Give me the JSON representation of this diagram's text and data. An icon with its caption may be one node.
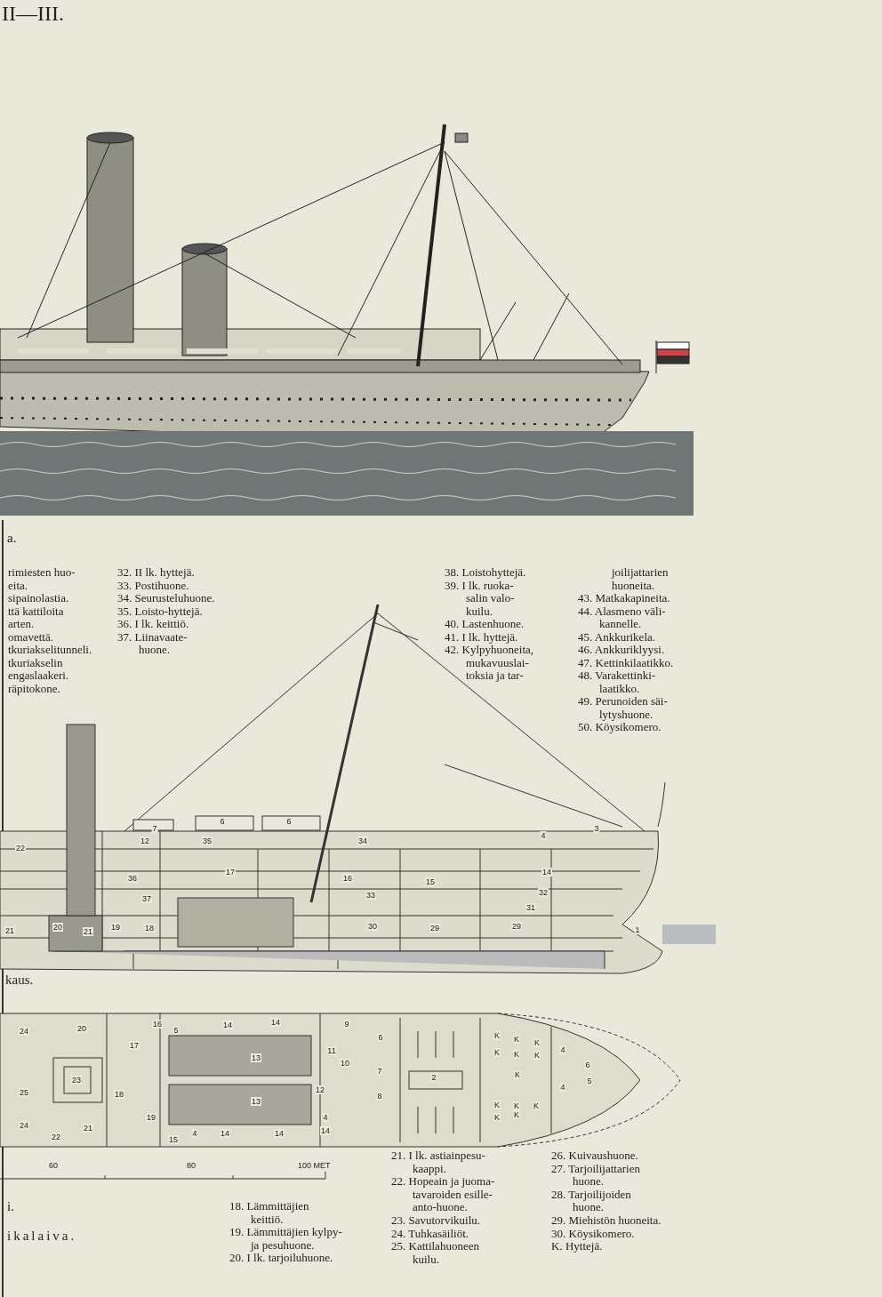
{
  "diagram": {
    "labels": [
      "II—III.",
      "a.",
      "rimiesten huo-",
      "eita.",
      "sipainolastia.",
      "ttä kattiloita",
      "arten.",
      "omavettä.",
      "tkuriakselitunneli.",
      "tkuriakselin",
      "engaslaakeri.",
      "räpitokone.",
      "32. II lk. hyttejä.",
      "33. Postihuone.",
      "34. Seurusteluhuone.",
      "35. Loisto-hyttejä.",
      "36. I lk. keittiö.",
      "37. Liinavaate- huone.",
      "38. Loistohyttejä.",
      "39. I lk. ruoka- salin valo- kuilu.",
      "40. Lastenhuone.",
      "41. I lk. hyttejä.",
      "42. Kylpyhuoneita, mukavuuslai- toksia ja tar-",
      "joilijattarien huoneita.",
      "43. Matkakapineita.",
      "44. Alasmeno väli- kannelle.",
      "45. Ankkurikela.",
      "46. Ankkuriklyysi.",
      "47. Kettinkilaatikko.",
      "48. Varakettinki- laatikko.",
      "49. Perunoiden säi- lytyshuone.",
      "50. Köysikomero.",
      "7",
      "6",
      "6",
      "3",
      "22",
      "12",
      "35",
      "34",
      "4",
      "36",
      "17",
      "16",
      "14",
      "15",
      "32",
      "37",
      "33",
      "31",
      "20",
      "21",
      "21",
      "19",
      "18",
      "30",
      "29",
      "29",
      "1",
      "kaus.",
      "24",
      "20",
      "16",
      "5",
      "14",
      "14",
      "9",
      "6",
      "17",
      "11",
      "4",
      "13",
      "10",
      "6",
      "7",
      "2",
      "23",
      "5",
      "4",
      "12",
      "25",
      "18",
      "8",
      "13",
      "19",
      "4",
      "24",
      "21",
      "14",
      "4",
      "14",
      "14",
      "22",
      "15",
      "K",
      "K",
      "K",
      "K",
      "K",
      "K",
      "K",
      "K",
      "K",
      "K",
      "K",
      "K",
      "60",
      "80",
      "100 MET",
      "i.",
      "ikalaiva.",
      "18. Lämmittäjien keittiö.",
      "19. Lämmittäjien kylpy- ja pesuhuone.",
      "20. I lk. tarjoiluhuone.",
      "21. I lk. astiainpesu- kaappi.",
      "22. Hopeain ja juoma- tavaroiden esille- anto-huone.",
      "23. Savutorvikuilu.",
      "24. Tuhkasäiliöt.",
      "25. Kattilahuoneen kuilu.",
      "26. Kuivaushuone.",
      "27. Tarjoilijattarien huone.",
      "28. Tarjoilijoiden huone.",
      "29. Miehistön huoneita.",
      "30. Köysikomero.",
      "K. Hyttejä."
    ]
  }
}
